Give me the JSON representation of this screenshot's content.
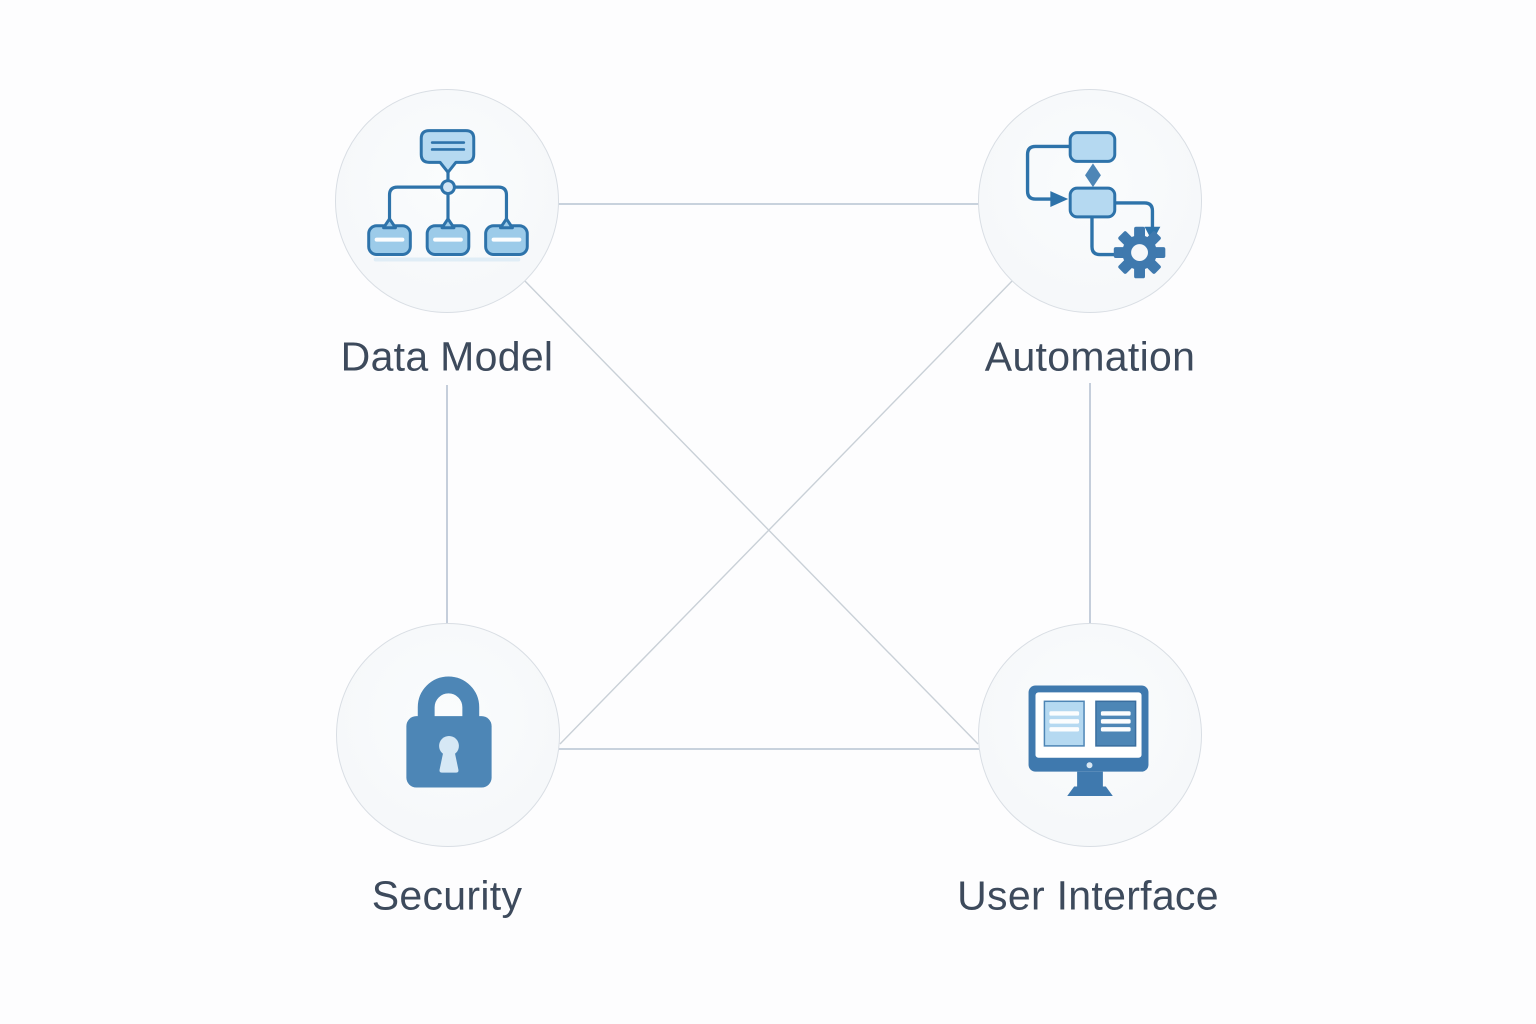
{
  "diagram": {
    "nodes": [
      {
        "id": "data-model",
        "label": "Data Model",
        "icon": "hierarchy-icon",
        "position": "top-left"
      },
      {
        "id": "automation",
        "label": "Automation",
        "icon": "flowchart-gear-icon",
        "position": "top-right"
      },
      {
        "id": "security",
        "label": "Security",
        "icon": "padlock-icon",
        "position": "bottom-left"
      },
      {
        "id": "user-interface",
        "label": "User Interface",
        "icon": "monitor-icon",
        "position": "bottom-right"
      }
    ],
    "connections": [
      {
        "from": "data-model",
        "to": "automation"
      },
      {
        "from": "data-model",
        "to": "security"
      },
      {
        "from": "data-model",
        "to": "user-interface"
      },
      {
        "from": "automation",
        "to": "user-interface"
      },
      {
        "from": "automation",
        "to": "security"
      },
      {
        "from": "security",
        "to": "user-interface"
      }
    ],
    "colors": {
      "background": "#fdfdfe",
      "icon_stroke": "#2e73aa",
      "icon_fill_light": "#b5d9f1",
      "icon_fill_mid": "#9ccbe9",
      "icon_fill_solid": "#4d86b6",
      "icon_fill_deep": "#3f79ae",
      "keyhole_light": "#d6e8f5",
      "node_fill": "#f6f8fa",
      "node_border": "#d9dee4",
      "connector": "#b7c3d2",
      "connector_diagonal": "#c9d0d7",
      "label_text": "#3d4a5c"
    }
  }
}
